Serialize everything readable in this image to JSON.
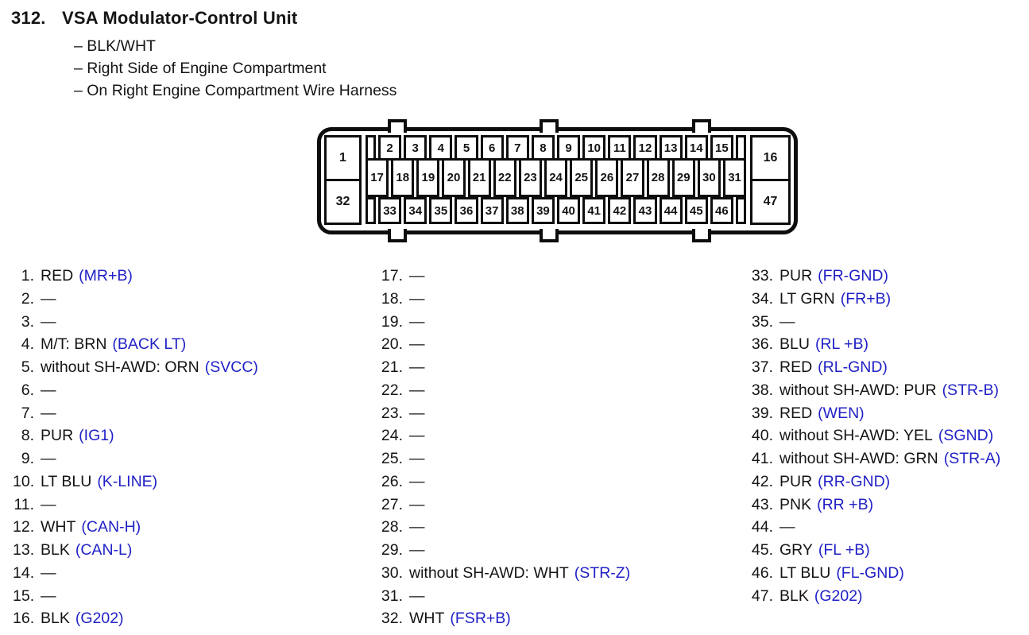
{
  "header": {
    "number": "312.",
    "title": "VSA Modulator-Control Unit",
    "details": [
      "– BLK/WHT",
      "– Right Side of Engine Compartment",
      "– On Right Engine Compartment Wire Harness"
    ]
  },
  "connector": {
    "left": [
      "1",
      "32"
    ],
    "right": [
      "16",
      "47"
    ],
    "row1": [
      "2",
      "3",
      "4",
      "5",
      "6",
      "7",
      "8",
      "9",
      "10",
      "11",
      "12",
      "13",
      "14",
      "15"
    ],
    "row2": [
      "17",
      "18",
      "19",
      "20",
      "21",
      "22",
      "23",
      "24",
      "25",
      "26",
      "27",
      "28",
      "29",
      "30",
      "31"
    ],
    "row3": [
      "33",
      "34",
      "35",
      "36",
      "37",
      "38",
      "39",
      "40",
      "41",
      "42",
      "43",
      "44",
      "45",
      "46"
    ]
  },
  "pins": {
    "col1": [
      {
        "num": "1.",
        "label": "RED",
        "term": "(MR+B)"
      },
      {
        "num": "2.",
        "label": "—",
        "term": ""
      },
      {
        "num": "3.",
        "label": "—",
        "term": ""
      },
      {
        "num": "4.",
        "label": "M/T: BRN",
        "term": "(BACK LT)"
      },
      {
        "num": "5.",
        "label": "without SH-AWD: ORN",
        "term": "(SVCC)"
      },
      {
        "num": "6.",
        "label": "—",
        "term": ""
      },
      {
        "num": "7.",
        "label": "—",
        "term": ""
      },
      {
        "num": "8.",
        "label": "PUR",
        "term": "(IG1)"
      },
      {
        "num": "9.",
        "label": "—",
        "term": ""
      },
      {
        "num": "10.",
        "label": "LT BLU",
        "term": "(K-LINE)"
      },
      {
        "num": "11.",
        "label": "—",
        "term": ""
      },
      {
        "num": "12.",
        "label": "WHT",
        "term": "(CAN-H)"
      },
      {
        "num": "13.",
        "label": "BLK",
        "term": "(CAN-L)"
      },
      {
        "num": "14.",
        "label": "—",
        "term": ""
      },
      {
        "num": "15.",
        "label": "—",
        "term": ""
      },
      {
        "num": "16.",
        "label": "BLK",
        "term": "(G202)"
      }
    ],
    "col2": [
      {
        "num": "17.",
        "label": "—",
        "term": ""
      },
      {
        "num": "18.",
        "label": "—",
        "term": ""
      },
      {
        "num": "19.",
        "label": "—",
        "term": ""
      },
      {
        "num": "20.",
        "label": "—",
        "term": ""
      },
      {
        "num": "21.",
        "label": "—",
        "term": ""
      },
      {
        "num": "22.",
        "label": "—",
        "term": ""
      },
      {
        "num": "23.",
        "label": "—",
        "term": ""
      },
      {
        "num": "24.",
        "label": "—",
        "term": ""
      },
      {
        "num": "25.",
        "label": "—",
        "term": ""
      },
      {
        "num": "26.",
        "label": "—",
        "term": ""
      },
      {
        "num": "27.",
        "label": "—",
        "term": ""
      },
      {
        "num": "28.",
        "label": "—",
        "term": ""
      },
      {
        "num": "29.",
        "label": "—",
        "term": ""
      },
      {
        "num": "30.",
        "label": "without SH-AWD: WHT",
        "term": "(STR-Z)"
      },
      {
        "num": "31.",
        "label": "—",
        "term": ""
      },
      {
        "num": "32.",
        "label": "WHT",
        "term": "(FSR+B)"
      }
    ],
    "col3": [
      {
        "num": "33.",
        "label": "PUR",
        "term": "(FR-GND)"
      },
      {
        "num": "34.",
        "label": "LT GRN",
        "term": "(FR+B)"
      },
      {
        "num": "35.",
        "label": "—",
        "term": ""
      },
      {
        "num": "36.",
        "label": "BLU",
        "term": "(RL +B)"
      },
      {
        "num": "37.",
        "label": "RED",
        "term": "(RL-GND)"
      },
      {
        "num": "38.",
        "label": "without SH-AWD: PUR",
        "term": "(STR-B)"
      },
      {
        "num": "39.",
        "label": "RED",
        "term": "(WEN)"
      },
      {
        "num": "40.",
        "label": "without SH-AWD: YEL",
        "term": "(SGND)"
      },
      {
        "num": "41.",
        "label": "without SH-AWD: GRN",
        "term": "(STR-A)"
      },
      {
        "num": "42.",
        "label": "PUR",
        "term": "(RR-GND)"
      },
      {
        "num": "43.",
        "label": "PNK",
        "term": "(RR +B)"
      },
      {
        "num": "44.",
        "label": "—",
        "term": ""
      },
      {
        "num": "45.",
        "label": "GRY",
        "term": "(FL +B)"
      },
      {
        "num": "46.",
        "label": "LT BLU",
        "term": "(FL-GND)"
      },
      {
        "num": "47.",
        "label": "BLK",
        "term": "(G202)"
      }
    ]
  },
  "colors": {
    "term_blue": "#2121c6",
    "ink": "#141414"
  }
}
